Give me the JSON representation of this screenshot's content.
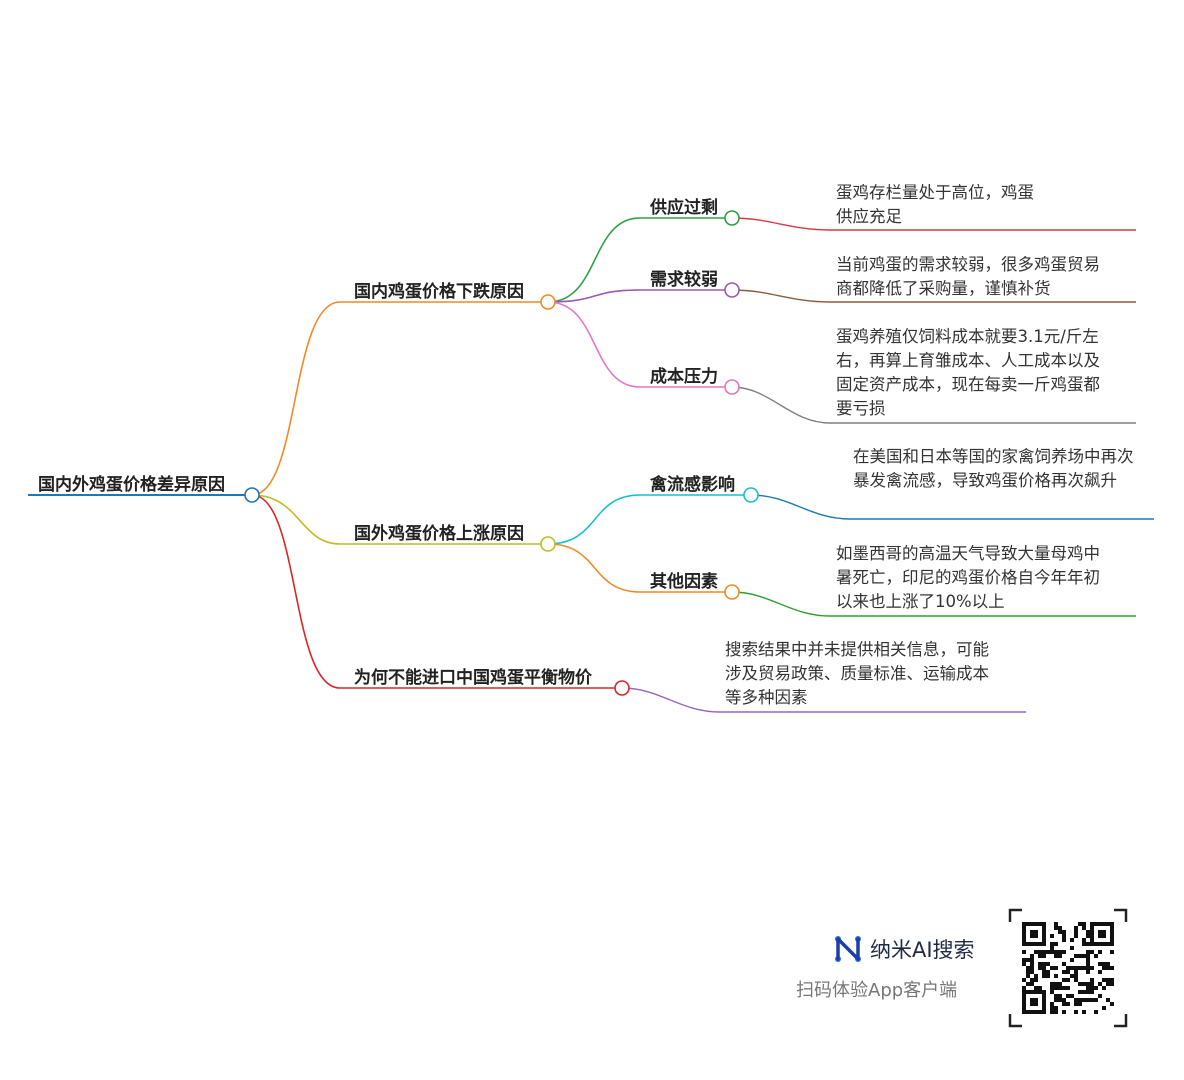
{
  "root": {
    "label": "国内外鸡蛋价格差异原因"
  },
  "branches": [
    {
      "label": "国内鸡蛋价格下跌原因",
      "color": "#f08a24",
      "children": [
        {
          "label": "供应过剩",
          "color": "#2ea043",
          "leafColor": "#d9363e",
          "leaf": "蛋鸡存栏量处于高位，鸡蛋供应充足"
        },
        {
          "label": "需求较弱",
          "color": "#9b59b6",
          "leafColor": "#8d5a3b",
          "leaf": "当前鸡蛋的需求较弱，很多鸡蛋贸易商都降低了采购量，谨慎补货"
        },
        {
          "label": "成本压力",
          "color": "#e377c2",
          "leafColor": "#7f7f7f",
          "leaf": "蛋鸡养殖仅饲料成本就要3.1元/斤左右，再算上育雏成本、人工成本以及固定资产成本，现在每卖一斤鸡蛋都要亏损"
        }
      ]
    },
    {
      "label": "国外鸡蛋价格上涨原因",
      "color": "#bcbd22",
      "children": [
        {
          "label": "禽流感影响",
          "color": "#17becf",
          "leafColor": "#1f77b4",
          "leaf": "在美国和日本等国的家禽饲养场中再次暴发禽流感，导致鸡蛋价格再次飙升"
        },
        {
          "label": "其他因素",
          "color": "#f08a24",
          "leafColor": "#2ca02c",
          "leaf": "如墨西哥的高温天气导致大量母鸡中暑死亡，印尼的鸡蛋价格自今年年初以来也上涨了10%以上"
        }
      ]
    },
    {
      "label": "为何不能进口中国鸡蛋平衡物价",
      "color": "#d62728",
      "leafColor": "#9467bd",
      "leaf": "搜索结果中并未提供相关信息，可能涉及贸易政策、质量标准、运输成本等多种因素"
    }
  ],
  "rootColor": "#1f77b4",
  "footer": {
    "brand": "纳米AI搜索",
    "sub": "扫码体验App客户端",
    "icon": "nami-logo-icon"
  }
}
